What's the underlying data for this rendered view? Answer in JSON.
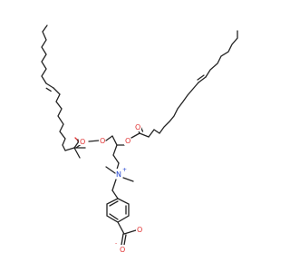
{
  "atoms": {
    "o_ester1_carbonyl": "O",
    "o_ester1_link": "O",
    "o_ester2_link": "O",
    "o_ester2_carbonyl": "O",
    "n_ammonium": "N",
    "n_charge": "+",
    "o_carboxyl_double": "O",
    "o_carboxyl_single": "O",
    "o_carboxyl_charge": "-"
  },
  "colors": {
    "bond": "#222222",
    "oxygen": "#e03131",
    "nitrogen": "#1c3fcf"
  }
}
